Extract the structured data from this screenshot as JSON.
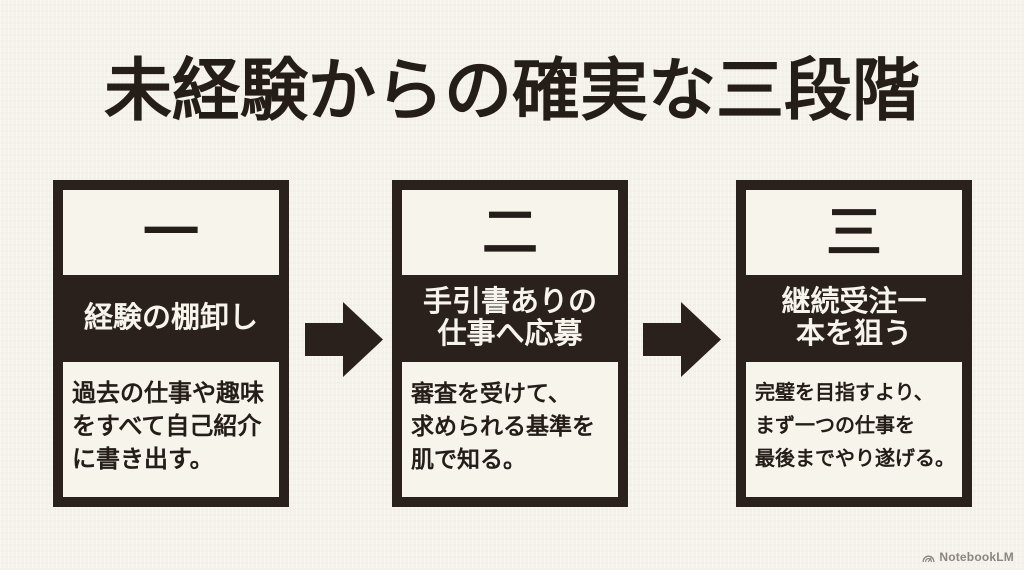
{
  "page": {
    "title": "未経験からの確実な三段階",
    "background_color": "#f5f2ea",
    "ink_color": "#2a211c",
    "paper_white": "#f7f4ec"
  },
  "steps": [
    {
      "number": "一",
      "title_lines": [
        "経験の棚卸し",
        ""
      ],
      "body_lines": [
        "過去の仕事や趣味",
        "をすべて自己紹介",
        "に書き出す。"
      ]
    },
    {
      "number": "二",
      "title_lines": [
        "手引書ありの",
        "仕事へ応募"
      ],
      "body_lines": [
        "審査を受けて、",
        "求められる基準を",
        "肌で知る。"
      ]
    },
    {
      "number": "三",
      "title_lines": [
        "継続受注一",
        "本を狙う"
      ],
      "body_lines": [
        "完璧を目指すより、",
        "まず一つの仕事を",
        "最後までやり遂げる。"
      ]
    }
  ],
  "icons": {
    "arrow": "arrow-right-icon",
    "brand": "notebooklm-logo-icon"
  },
  "footer": {
    "brand": "NotebookLM",
    "brand_color": "#8b867e"
  }
}
